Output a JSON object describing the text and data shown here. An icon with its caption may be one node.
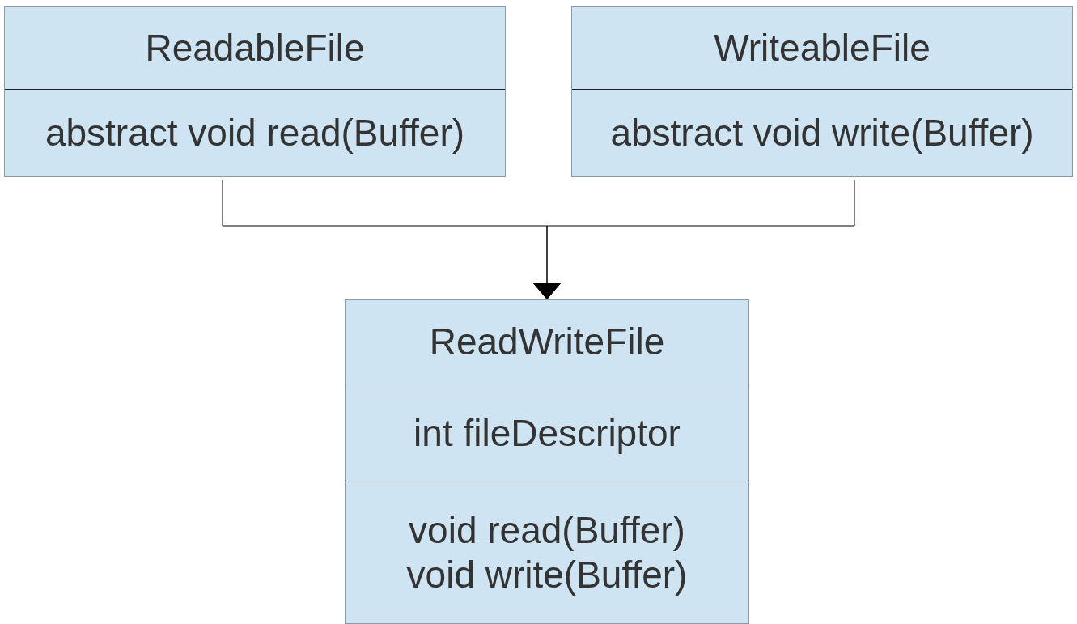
{
  "diagram": {
    "nodes": [
      {
        "text": [
          "ReadableFile",
          "abstract void read(Buffer)"
        ]
      },
      {
        "text": [
          "WriteableFile",
          "abstract void write(Buffer)"
        ]
      },
      {
        "text": [
          "ReadWriteFile",
          "int fileDescriptor",
          "void read(Buffer) void write(Buffer)"
        ]
      }
    ],
    "edges": [
      {
        "from": 0,
        "to": 2,
        "arrow": "to"
      },
      {
        "from": 1,
        "to": 2,
        "arrow": "to"
      }
    ]
  }
}
